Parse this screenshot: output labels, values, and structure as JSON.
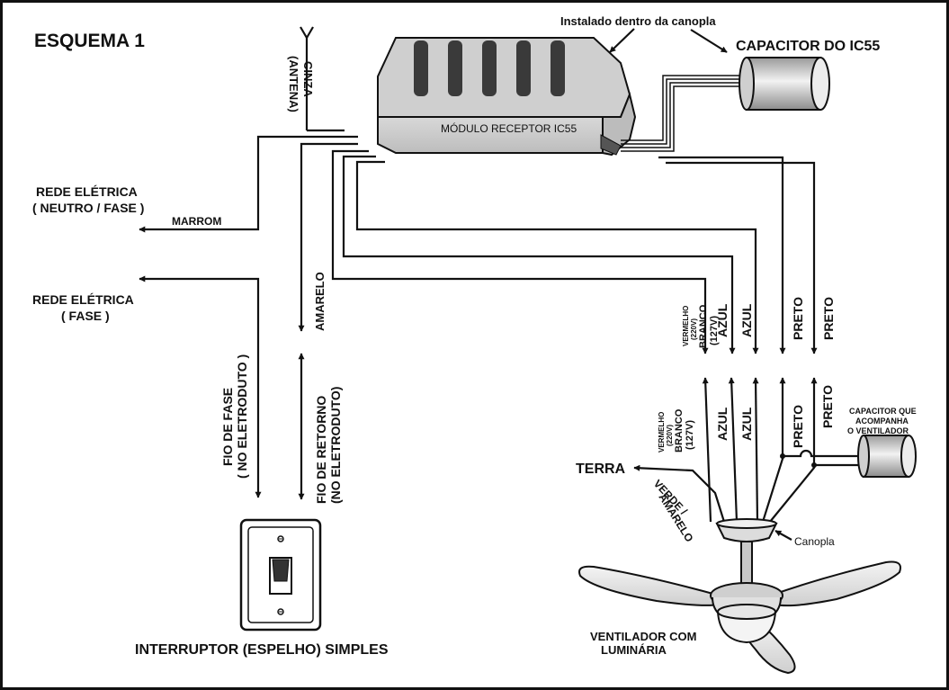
{
  "title": "ESQUEMA 1",
  "module": {
    "label": "MÓDULO RECEPTOR IC55",
    "note": "Instalado dentro da canopla"
  },
  "capacitor_ic55": "CAPACITOR DO IC55",
  "antenna": {
    "line1": "(ANTENA)",
    "line2": "CINZA"
  },
  "rede_neutro_fase": {
    "line1": "REDE ELÉTRICA",
    "line2": "( NEUTRO / FASE )"
  },
  "marrom": "MARROM",
  "rede_fase": {
    "line1": "REDE ELÉTRICA",
    "line2": "( FASE )"
  },
  "amarelo": "AMARELO",
  "fio_fase": {
    "line1": "FIO DE FASE",
    "line2": "( NO ELETRODUTO )"
  },
  "fio_retorno": {
    "line1": "FIO DE RETORNO",
    "line2": "(NO ELETRODUTO)"
  },
  "module_out": {
    "vermelho": "VERMELHO",
    "v220": "(220V)",
    "branco": "BRANCO",
    "v127": "(127V)",
    "azul1": "AZUL",
    "azul2": "AZUL",
    "preto1": "PRETO",
    "preto2": "PRETO"
  },
  "fan_in": {
    "vermelho": "VERMELHO",
    "v220": "(220V)",
    "branco": "BRANCO",
    "v127": "(127V)",
    "azul1": "AZUL",
    "azul2": "AZUL",
    "preto1": "PRETO",
    "preto2": "PRETO"
  },
  "capacitor_vent": {
    "line1": "CAPACITOR QUE",
    "line2": "ACOMPANHA",
    "line3": "O VENTILADOR"
  },
  "terra": "TERRA",
  "verde_amarelo": {
    "line1": "VERDE /",
    "line2": "AMARELO"
  },
  "canopla": "Canopla",
  "ventilador": {
    "line1": "VENTILADOR COM",
    "line2": "LUMINÁRIA"
  },
  "interruptor": "INTERRUPTOR (ESPELHO) SIMPLES"
}
